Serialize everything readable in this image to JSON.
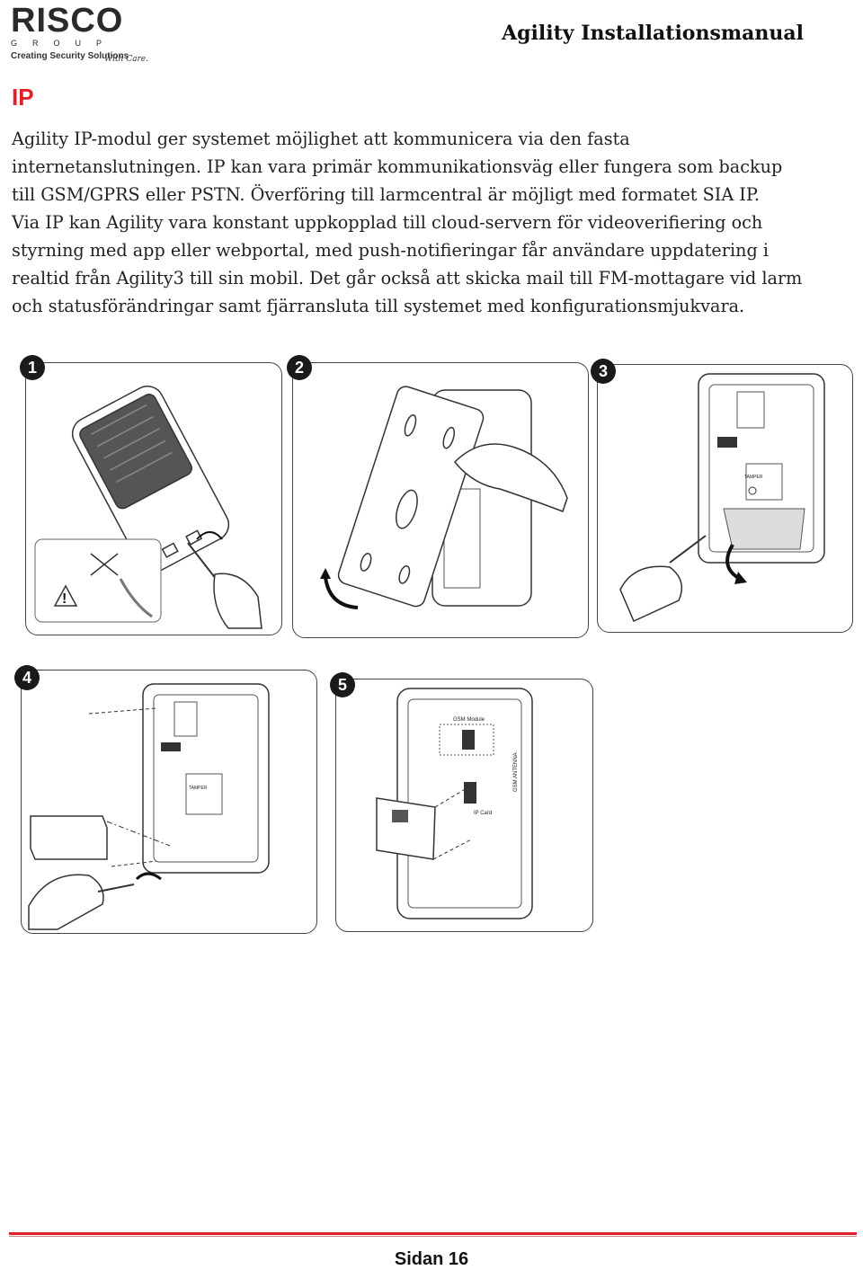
{
  "header": {
    "logo": {
      "brand": "RISCO",
      "group": "GROUP",
      "tagline": "Creating Security Solutions",
      "tagline_script": "With Care."
    },
    "document_title": "Agility Installationsmanual"
  },
  "section": {
    "title": "IP",
    "paragraph_lines": [
      "Agility IP-modul ger systemet möjlighet att kommunicera via den fasta",
      "internetanslutningen. IP kan vara primär kommunikationsväg eller fungera som backup",
      "till GSM/GPRS eller PSTN. Överföring till larmcentral är möjligt med formatet SIA IP.",
      "Via IP kan Agility vara konstant uppkopplad till cloud-servern för videoverifiering och",
      "styrning med app eller webportal, med push-notifieringar får användare uppdatering i",
      "realtid från Agility3 till sin mobil. Det går också att skicka mail till FM-mottagare vid larm",
      "och statusförändringar samt fjärransluta till systemet med konfigurationsmjukvara."
    ]
  },
  "figures": {
    "steps": [
      "1",
      "2",
      "3",
      "4",
      "5"
    ],
    "labels": {
      "tamper": "TAMPER",
      "gsm_module": "GSM Module",
      "gsm_antenna": "GSM ANTENNA",
      "ip_card": "IP Card",
      "warning": "!"
    }
  },
  "footer": {
    "page_label": "Sidan 16"
  },
  "colors": {
    "accent_red": "#e0202a",
    "text": "#222222"
  }
}
